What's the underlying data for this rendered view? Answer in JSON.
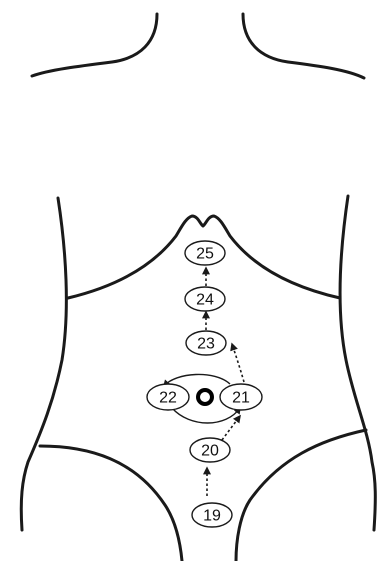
{
  "points": [
    {
      "id": "p19",
      "label": "19"
    },
    {
      "id": "p20",
      "label": "20"
    },
    {
      "id": "p21",
      "label": "21"
    },
    {
      "id": "p22",
      "label": "22"
    },
    {
      "id": "p23",
      "label": "23"
    },
    {
      "id": "p24",
      "label": "24"
    },
    {
      "id": "p25",
      "label": "25"
    }
  ],
  "colors": {
    "line": "#1a1a1a",
    "background": "#ffffff"
  }
}
